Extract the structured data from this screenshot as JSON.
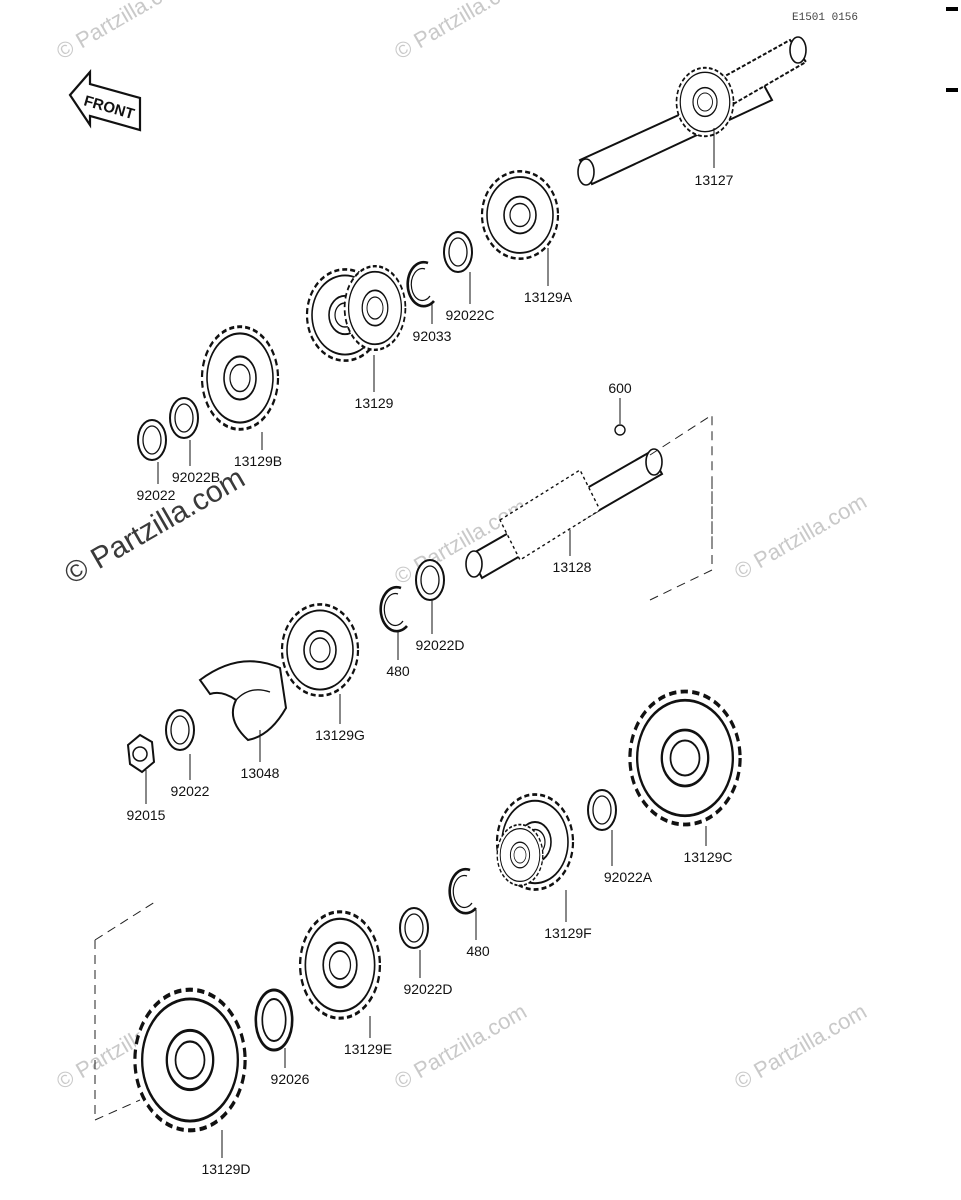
{
  "page_code": "E1501 0156",
  "front_label": "FRONT",
  "watermarks": {
    "small": "© Partzilla.com",
    "large": "© Partzilla.com"
  },
  "colors": {
    "line": "#111111",
    "watermark": "#c9c9c9"
  },
  "parts": [
    {
      "id": "13127",
      "label": "13127"
    },
    {
      "id": "13129A",
      "label": "13129A"
    },
    {
      "id": "92022C",
      "label": "92022C"
    },
    {
      "id": "92033",
      "label": "92033"
    },
    {
      "id": "13129",
      "label": "13129"
    },
    {
      "id": "13129B",
      "label": "13129B"
    },
    {
      "id": "92022B",
      "label": "92022B"
    },
    {
      "id": "92022",
      "label": "92022"
    },
    {
      "id": "600",
      "label": "600"
    },
    {
      "id": "13128",
      "label": "13128"
    },
    {
      "id": "92022D",
      "label": "92022D"
    },
    {
      "id": "480",
      "label": "480"
    },
    {
      "id": "13129G",
      "label": "13129G"
    },
    {
      "id": "13048",
      "label": "13048"
    },
    {
      "id": "92022-lower",
      "label": "92022"
    },
    {
      "id": "92015",
      "label": "92015"
    },
    {
      "id": "13129C",
      "label": "13129C"
    },
    {
      "id": "92022A",
      "label": "92022A"
    },
    {
      "id": "13129F",
      "label": "13129F"
    },
    {
      "id": "480-lower",
      "label": "480"
    },
    {
      "id": "92022D-lower",
      "label": "92022D"
    },
    {
      "id": "13129E",
      "label": "13129E"
    },
    {
      "id": "92026",
      "label": "92026"
    },
    {
      "id": "13129D",
      "label": "13129D"
    }
  ]
}
